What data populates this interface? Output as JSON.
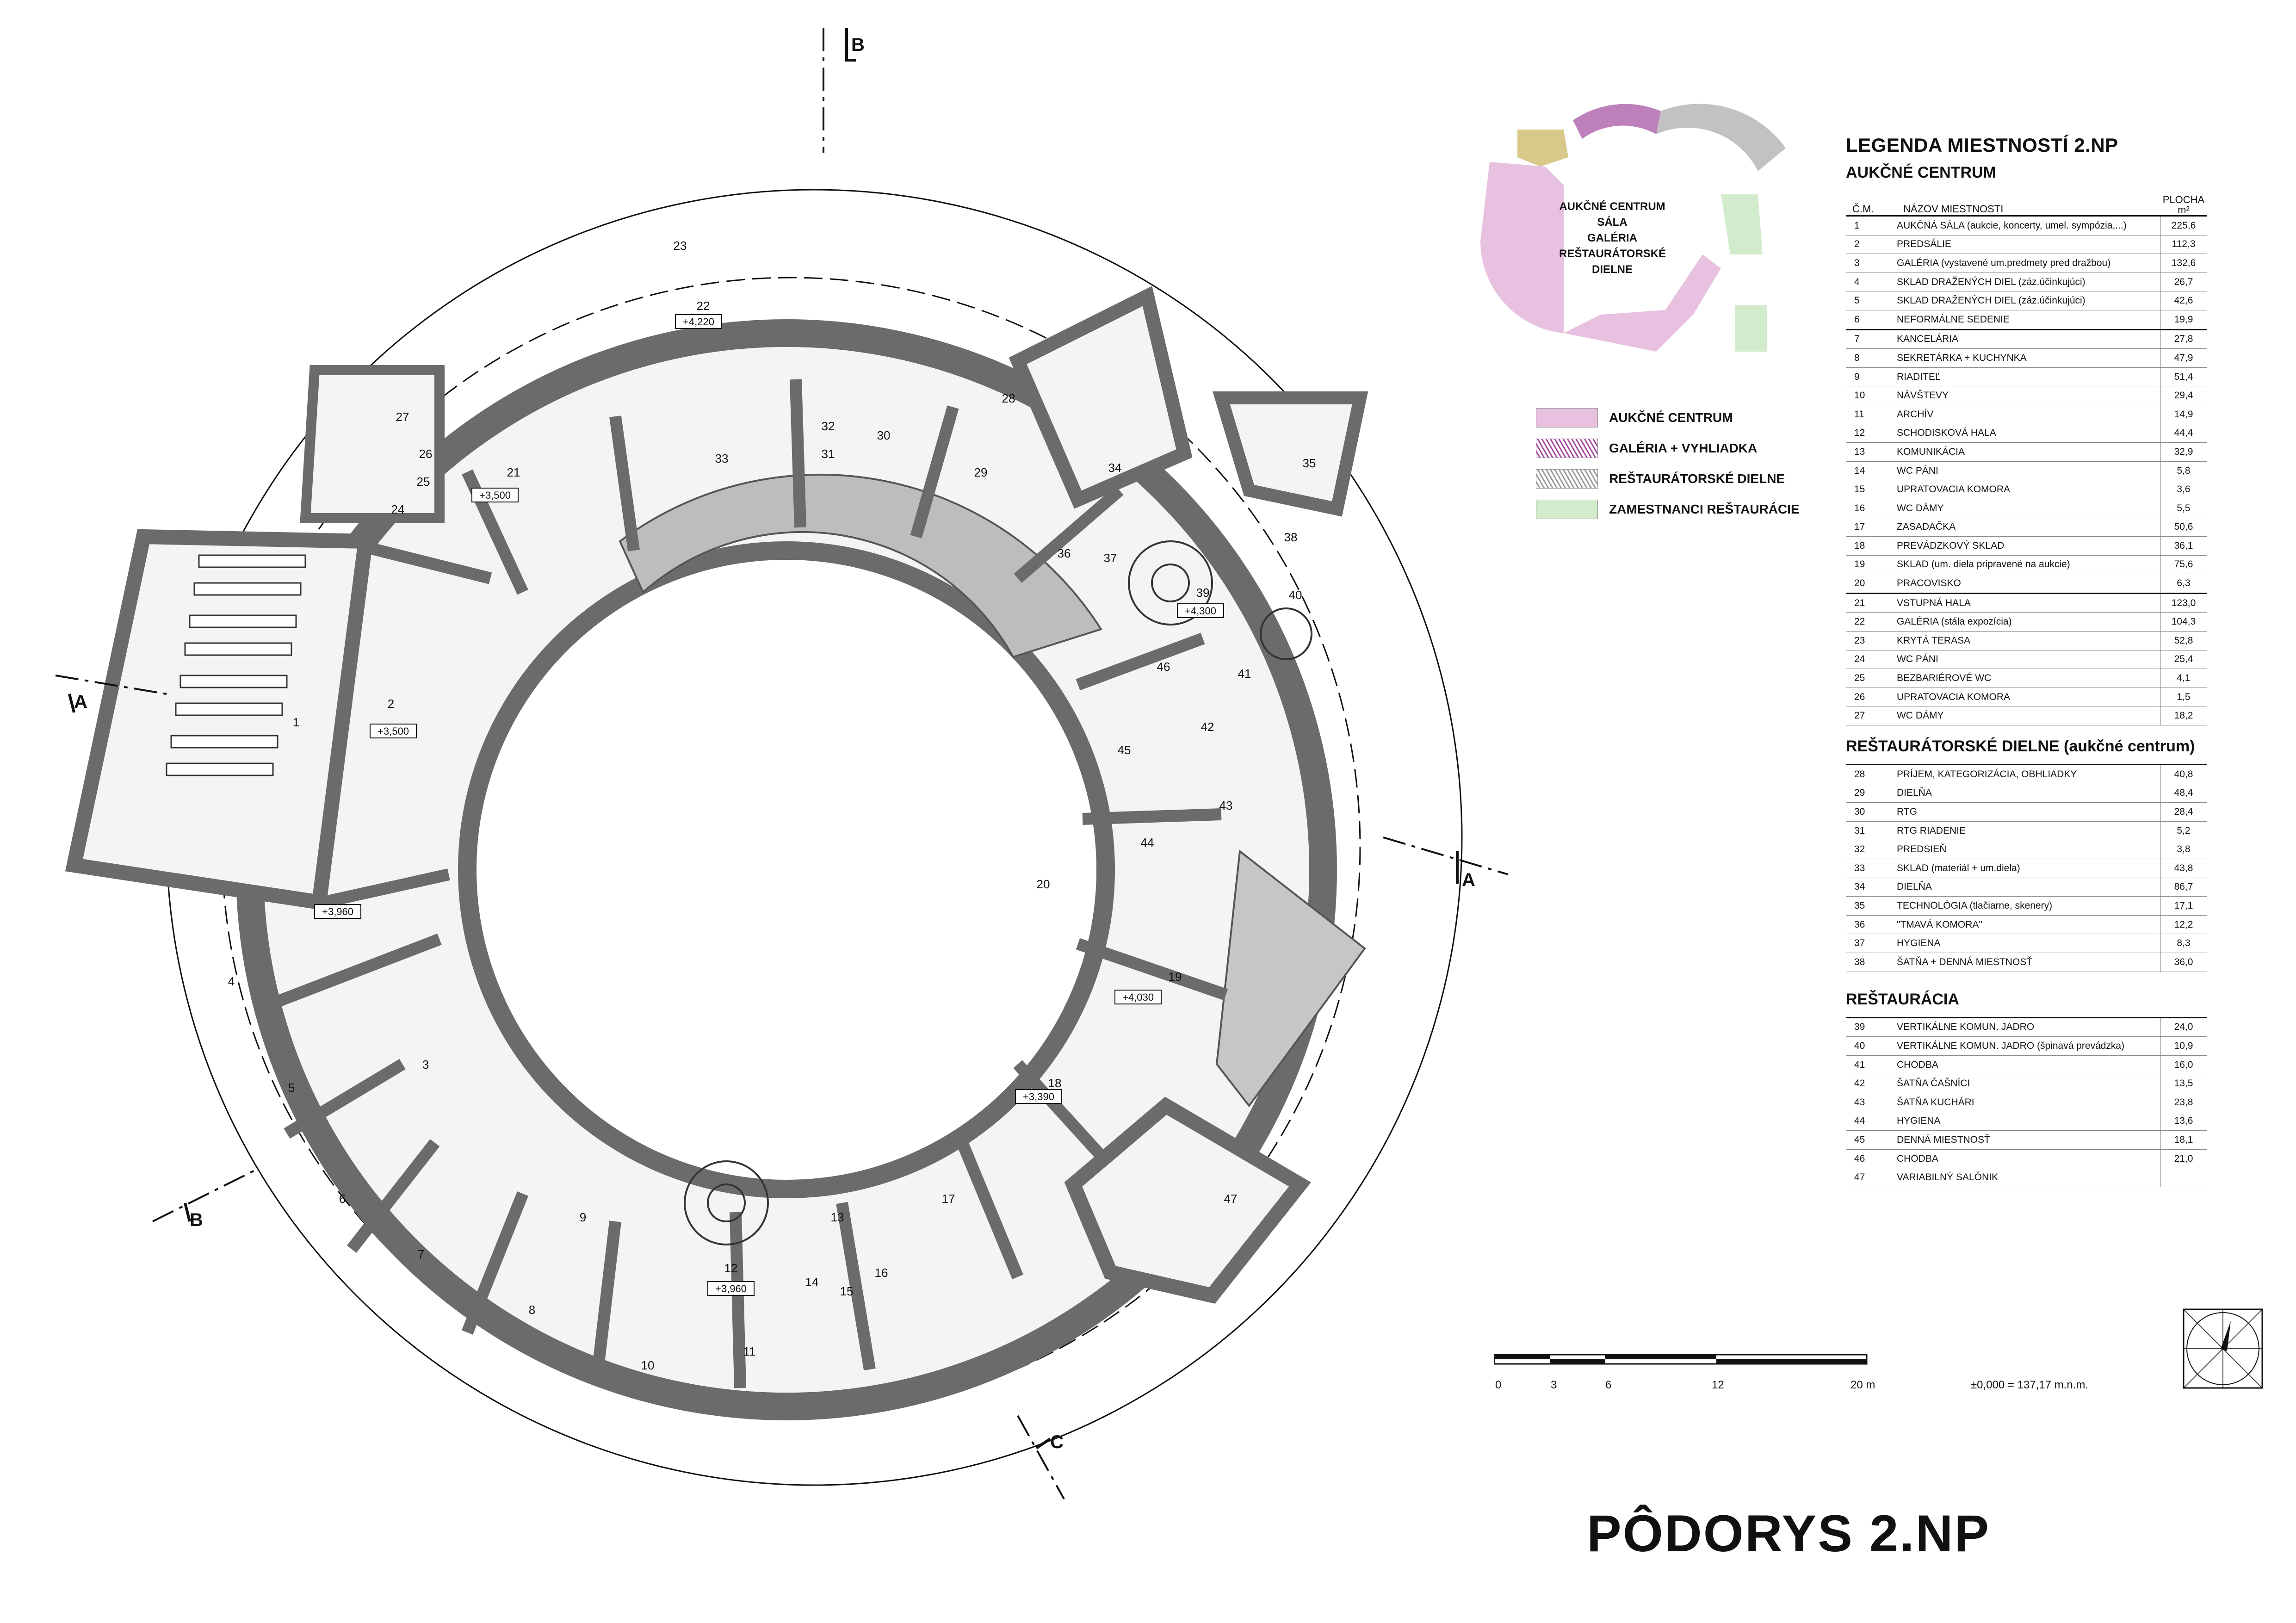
{
  "title": "PÔDORYS 2.NP",
  "datum": "±0,000 = 137,17 m.n.m.",
  "scale": {
    "labels": [
      "0",
      "3",
      "6",
      "12",
      "20 m"
    ]
  },
  "mini_plan_labels": [
    "AUKČNÉ CENTRUM",
    "SÁLA",
    "GALÉRIA",
    "REŠTAURÁTORSKÉ DIELNE"
  ],
  "colors": {
    "aukcne": "#e7c1df",
    "galeria": "#a24a9d",
    "restauratorske": "#9a9a9a",
    "zamestnanci": "#d3ebcd",
    "walls": "#6b6b6b",
    "yellow": "#d8c98a"
  },
  "key": [
    {
      "label": "AUKČNÉ CENTRUM",
      "swatch": "pink"
    },
    {
      "label": "GALÉRIA + VYHLIADKA",
      "swatch": "hatchp"
    },
    {
      "label": "REŠTAURÁTORSKÉ DIELNE",
      "swatch": "hatchg"
    },
    {
      "label": "ZAMESTNANCI REŠTAURÁCIE",
      "swatch": "green"
    }
  ],
  "legend": {
    "title": "LEGENDA MIESTNOSTÍ 2.NP",
    "headers": {
      "num": "Č.M.",
      "name": "NÁZOV MIESTNOSTI",
      "area": "PLOCHA",
      "unit": "m²"
    },
    "sections": [
      {
        "title": "AUKČNÉ CENTRUM",
        "rows": [
          [
            "1",
            "AUKČNÁ SÁLA (aukcie, koncerty, umel. sympózia,...)",
            "225,6"
          ],
          [
            "2",
            "PREDSÁLIE",
            "112,3"
          ],
          [
            "3",
            "GALÉRIA (vystavené um.predmety pred dražbou)",
            "132,6"
          ],
          [
            "4",
            "SKLAD DRAŽENÝCH DIEL (záz.účinkujúci)",
            "26,7"
          ],
          [
            "5",
            "SKLAD DRAŽENÝCH DIEL (záz.účinkujúci)",
            "42,6"
          ],
          [
            "6",
            "NEFORMÁLNE SEDENIE",
            "19,9"
          ],
          [
            "7",
            "KANCELÁRIA",
            "27,8"
          ],
          [
            "8",
            "SEKRETÁRKA + KUCHYNKA",
            "47,9"
          ],
          [
            "9",
            "RIADITEĽ",
            "51,4"
          ],
          [
            "10",
            "NÁVŠTEVY",
            "29,4"
          ],
          [
            "11",
            "ARCHÍV",
            "14,9"
          ],
          [
            "12",
            "SCHODISKOVÁ HALA",
            "44,4"
          ],
          [
            "13",
            "KOMUNIKÁCIA",
            "32,9"
          ],
          [
            "14",
            "WC PÁNI",
            "5,8"
          ],
          [
            "15",
            "UPRATOVACIA KOMORA",
            "3,6"
          ],
          [
            "16",
            "WC DÁMY",
            "5,5"
          ],
          [
            "17",
            "ZASADAČKA",
            "50,6"
          ],
          [
            "18",
            "PREVÁDZKOVÝ SKLAD",
            "36,1"
          ],
          [
            "19",
            "SKLAD (um. diela pripravené na aukcie)",
            "75,6"
          ],
          [
            "20",
            "PRACOVISKO",
            "6,3"
          ],
          [
            "21",
            "VSTUPNÁ HALA",
            "123,0"
          ],
          [
            "22",
            "GALÉRIA (stála expozícia)",
            "104,3"
          ],
          [
            "23",
            "KRYTÁ TERASA",
            "52,8"
          ],
          [
            "24",
            "WC PÁNI",
            "25,4"
          ],
          [
            "25",
            "BEZBARIÉROVÉ WC",
            "4,1"
          ],
          [
            "26",
            "UPRATOVACIA KOMORA",
            "1,5"
          ],
          [
            "27",
            "WC DÁMY",
            "18,2"
          ]
        ]
      },
      {
        "title": "REŠTAURÁTORSKÉ DIELNE (aukčné centrum)",
        "rows": [
          [
            "28",
            "PRÍJEM, KATEGORIZÁCIA, OBHLIADKY",
            "40,8"
          ],
          [
            "29",
            "DIELŇA",
            "48,4"
          ],
          [
            "30",
            "RTG",
            "28,4"
          ],
          [
            "31",
            "RTG RIADENIE",
            "5,2"
          ],
          [
            "32",
            "PREDSIEŇ",
            "3,8"
          ],
          [
            "33",
            "SKLAD (materiál + um.diela)",
            "43,8"
          ],
          [
            "34",
            "DIELŇA",
            "86,7"
          ],
          [
            "35",
            "TECHNOLÓGIA (tlačiarne, skenery)",
            "17,1"
          ],
          [
            "36",
            "\"TMAVÁ KOMORA\"",
            "12,2"
          ],
          [
            "37",
            "HYGIENA",
            "8,3"
          ],
          [
            "38",
            "ŠATŇA + DENNÁ MIESTNOSŤ",
            "36,0"
          ]
        ]
      },
      {
        "title": "REŠTAURÁCIA",
        "rows": [
          [
            "39",
            "VERTIKÁLNE KOMUN. JADRO",
            "24,0"
          ],
          [
            "40",
            "VERTIKÁLNE KOMUN. JADRO (špinavá prevádzka)",
            "10,9"
          ],
          [
            "41",
            "CHODBA",
            "16,0"
          ],
          [
            "42",
            "ŠATŇA ČAŠNÍCI",
            "13,5"
          ],
          [
            "43",
            "ŠATŇA KUCHÁRI",
            "23,8"
          ],
          [
            "44",
            "HYGIENA",
            "13,6"
          ],
          [
            "45",
            "DENNÁ MIESTNOSŤ",
            "18,1"
          ],
          [
            "46",
            "CHODBA",
            "21,0"
          ],
          [
            "47",
            "VARIABILNÝ SALÓNIK",
            ""
          ]
        ]
      }
    ]
  },
  "plan": {
    "room_numbers": [
      "1",
      "2",
      "3",
      "4",
      "5",
      "6",
      "7",
      "8",
      "9",
      "10",
      "11",
      "12",
      "13",
      "14",
      "15",
      "16",
      "17",
      "18",
      "19",
      "20",
      "21",
      "22",
      "23",
      "24",
      "25",
      "26",
      "27",
      "28",
      "29",
      "30",
      "31",
      "32",
      "33",
      "34",
      "35",
      "36",
      "37",
      "38",
      "39",
      "40",
      "41",
      "42",
      "43",
      "44",
      "45",
      "46",
      "47"
    ],
    "levels": [
      "+3,500",
      "+3,500",
      "+3,960",
      "+4,220",
      "+3,960",
      "+4,300",
      "+4,030",
      "+3,390"
    ],
    "section_marks": [
      "A",
      "A",
      "B",
      "B",
      "C"
    ]
  }
}
